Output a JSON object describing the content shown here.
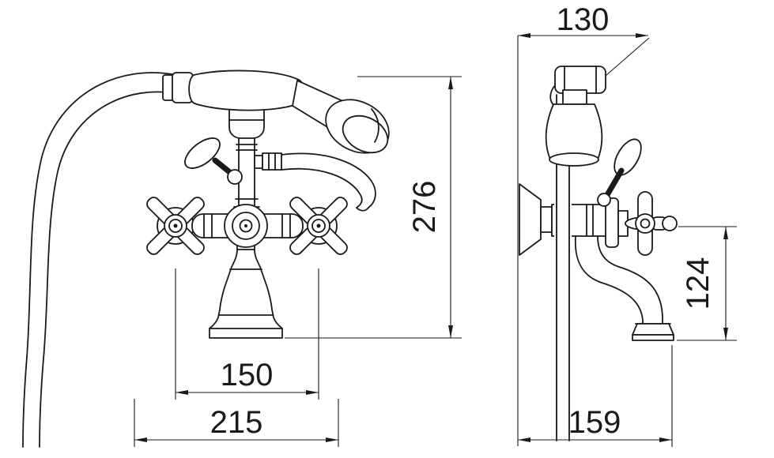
{
  "drawing": {
    "type": "technical-dimension-drawing",
    "subject": "bath shower mixer with hand shower, front and side views",
    "colors": {
      "background": "#ffffff",
      "line": "#1a1a1a"
    },
    "front_view": {
      "dimensions": {
        "overall_height": "276",
        "handle_centers": "150",
        "overall_width": "215"
      }
    },
    "side_view": {
      "dimensions": {
        "top_depth": "130",
        "spout_drop": "124",
        "bottom_depth": "159"
      }
    }
  }
}
